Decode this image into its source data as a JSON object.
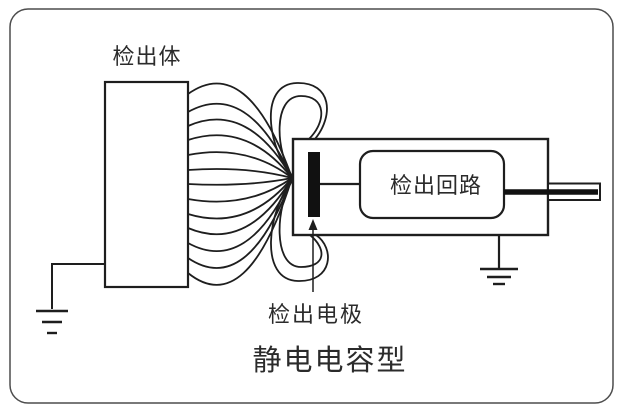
{
  "figure": {
    "title": "静电电容型",
    "labels": {
      "detected_object": "检出体",
      "detection_circuit": "检出回路",
      "detection_electrode": "检出电极"
    },
    "colors": {
      "line": "#1e1e1e",
      "frame_border": "#4d4d4d",
      "background": "#ffffff",
      "text": "#2b2b2b"
    }
  }
}
